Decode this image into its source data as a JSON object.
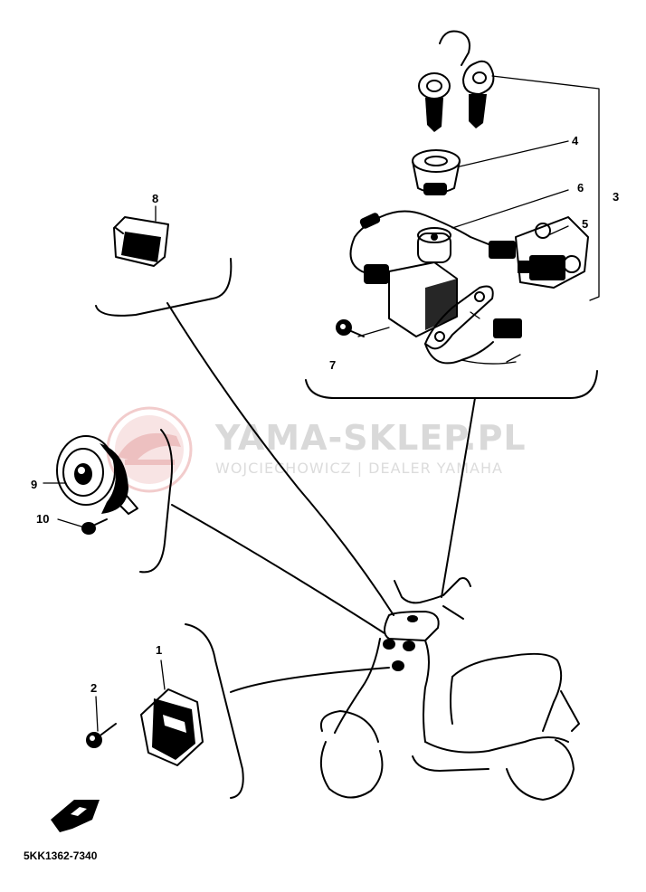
{
  "watermark": {
    "title": "YAMA-SKLEP.PL",
    "subtitle": "WOJCIECHOWICZ | DEALER YAMAHA",
    "logo_color": "#e8a3a3"
  },
  "callouts": [
    "1",
    "2",
    "3",
    "4",
    "5",
    "6",
    "7",
    "8",
    "9",
    "10"
  ],
  "drawing_code": "5KK1362-7340"
}
